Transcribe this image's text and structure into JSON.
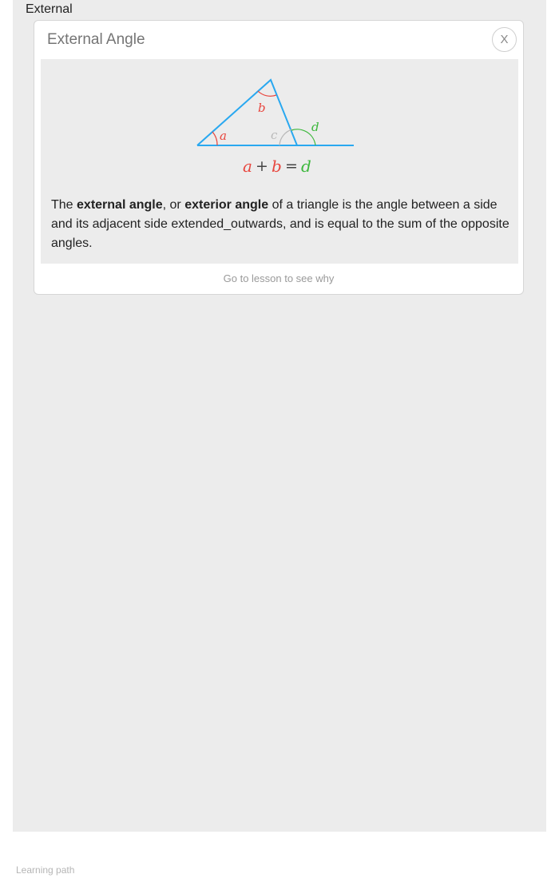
{
  "header": {
    "label": "External"
  },
  "card": {
    "title": "External Angle",
    "close_label": "X",
    "diagram": {
      "angle_labels": {
        "a": "a",
        "b": "b",
        "c": "c",
        "d": "d"
      },
      "equation": {
        "a": "a",
        "plus": "+",
        "b": "b",
        "equals": "=",
        "d": "d"
      },
      "colors": {
        "triangle": "#29a8f0",
        "a": "#e8463e",
        "b": "#e8463e",
        "c": "#b8b8b8",
        "d": "#3db83d",
        "operator": "#444444"
      }
    },
    "description": {
      "part1": "The ",
      "term1": "external angle",
      "part2": ", or ",
      "term2": "exterior angle",
      "part3": " of a triangle is the angle between a side and its adjacent side extended_outwards, and is equal to the sum of the opposite angles."
    },
    "lesson_link": "Go to lesson to see why"
  },
  "footer": {
    "learning_path": "Learning path"
  }
}
